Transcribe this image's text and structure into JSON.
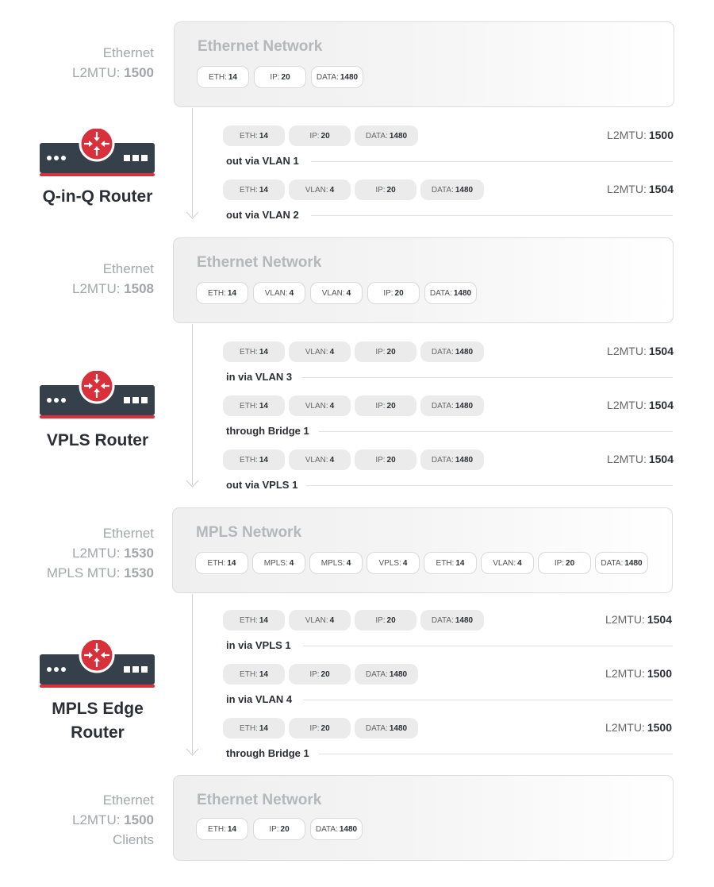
{
  "networks": [
    {
      "title": "Ethernet Network",
      "side": [
        "Ethernet",
        "L2MTU: ",
        "1500"
      ],
      "pills": [
        [
          "ETH:",
          "14"
        ],
        [
          "IP:",
          "20"
        ],
        [
          "DATA:",
          "1480"
        ]
      ]
    },
    {
      "title": "Ethernet Network",
      "side": [
        "Ethernet",
        "L2MTU: ",
        "1508"
      ],
      "pills": [
        [
          "ETH:",
          "14"
        ],
        [
          "VLAN:",
          "4"
        ],
        [
          "VLAN:",
          "4"
        ],
        [
          "IP:",
          "20"
        ],
        [
          "DATA:",
          "1480"
        ]
      ]
    },
    {
      "title": "MPLS Network",
      "side": [
        "Ethernet",
        "L2MTU: ",
        "1530",
        "MPLS MTU: ",
        "1530"
      ],
      "pills": [
        [
          "ETH:",
          "14"
        ],
        [
          "MPLS:",
          "4"
        ],
        [
          "MPLS:",
          "4"
        ],
        [
          "VPLS:",
          "4"
        ],
        [
          "ETH:",
          "14"
        ],
        [
          "VLAN:",
          "4"
        ],
        [
          "IP:",
          "20"
        ],
        [
          "DATA:",
          "1480"
        ]
      ]
    },
    {
      "title": "Ethernet Network",
      "side": [
        "Ethernet",
        "L2MTU: ",
        "1500",
        "Clients"
      ],
      "pills": [
        [
          "ETH:",
          "14"
        ],
        [
          "IP:",
          "20"
        ],
        [
          "DATA:",
          "1480"
        ]
      ]
    }
  ],
  "routers": [
    {
      "name": "Q-in-Q Router",
      "steps": [
        {
          "label": "out via VLAN 1",
          "l2mtu_label": "L2MTU:",
          "l2mtu": "1500",
          "pills": [
            [
              "ETH:",
              "14"
            ],
            [
              "IP:",
              "20"
            ],
            [
              "DATA:",
              "1480"
            ]
          ]
        },
        {
          "label": "out via VLAN 2",
          "l2mtu_label": "L2MTU:",
          "l2mtu": "1504",
          "pills": [
            [
              "ETH:",
              "14"
            ],
            [
              "VLAN:",
              "4"
            ],
            [
              "IP:",
              "20"
            ],
            [
              "DATA:",
              "1480"
            ]
          ]
        }
      ]
    },
    {
      "name": "VPLS Router",
      "steps": [
        {
          "label": "in via VLAN 3",
          "l2mtu_label": "L2MTU:",
          "l2mtu": "1504",
          "pills": [
            [
              "ETH:",
              "14"
            ],
            [
              "VLAN:",
              "4"
            ],
            [
              "IP:",
              "20"
            ],
            [
              "DATA:",
              "1480"
            ]
          ]
        },
        {
          "label": "through Bridge 1",
          "l2mtu_label": "L2MTU:",
          "l2mtu": "1504",
          "pills": [
            [
              "ETH:",
              "14"
            ],
            [
              "VLAN:",
              "4"
            ],
            [
              "IP:",
              "20"
            ],
            [
              "DATA:",
              "1480"
            ]
          ]
        },
        {
          "label": "out via VPLS 1",
          "l2mtu_label": "L2MTU:",
          "l2mtu": "1504",
          "pills": [
            [
              "ETH:",
              "14"
            ],
            [
              "VLAN:",
              "4"
            ],
            [
              "IP:",
              "20"
            ],
            [
              "DATA:",
              "1480"
            ]
          ]
        }
      ]
    },
    {
      "name_lines": [
        "MPLS Edge",
        "Router"
      ],
      "steps": [
        {
          "label": "in via VPLS 1",
          "l2mtu_label": "L2MTU:",
          "l2mtu": "1504",
          "pills": [
            [
              "ETH:",
              "14"
            ],
            [
              "VLAN:",
              "4"
            ],
            [
              "IP:",
              "20"
            ],
            [
              "DATA:",
              "1480"
            ]
          ]
        },
        {
          "label": "in via VLAN 4",
          "l2mtu_label": "L2MTU:",
          "l2mtu": "1500",
          "pills": [
            [
              "ETH:",
              "14"
            ],
            [
              "IP:",
              "20"
            ],
            [
              "DATA:",
              "1480"
            ]
          ]
        },
        {
          "label": "through Bridge 1",
          "l2mtu_label": "L2MTU:",
          "l2mtu": "1500",
          "pills": [
            [
              "ETH:",
              "14"
            ],
            [
              "IP:",
              "20"
            ],
            [
              "DATA:",
              "1480"
            ]
          ]
        }
      ]
    }
  ],
  "colors": {
    "router_body": "#36404a",
    "router_accent": "#d9313c",
    "box_border": "#dcdcdc",
    "muted_text": "#a3a6aa"
  },
  "icons": [
    "router-icon",
    "arrow-down-icon"
  ]
}
